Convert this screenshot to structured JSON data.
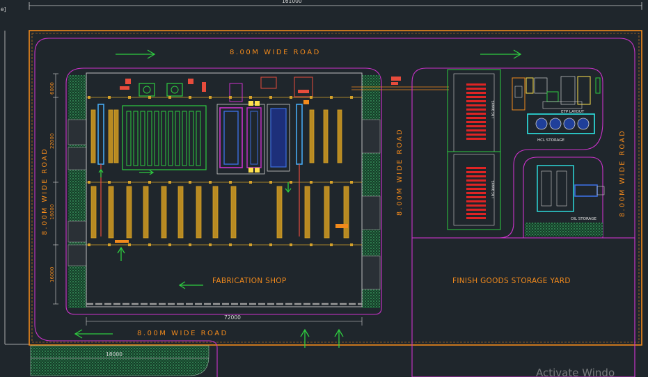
{
  "drawing": {
    "overall_dim": "161000",
    "corner_mark": "e]",
    "roads": {
      "top": "8.00M WIDE ROAD",
      "bottom": "8.00M WIDE ROAD",
      "left": "8.00M WIDE ROAD",
      "middle": "8.00M WIDE ROAD",
      "right": "8.00M WIDE ROAD"
    },
    "zones": {
      "fabrication": "FABRICATION SHOP",
      "finish_goods": "FINISH GOODS STORAGE YARD",
      "etp": "ETP LAYOUT",
      "hcl": "HCL STORAGE",
      "oil": "OIL STORAGE",
      "lpg_1": "LPG BANKS",
      "lpg_2": "LPG BANKS"
    },
    "dims": {
      "fab_width": "72000",
      "left_a": "6000",
      "left_b": "22000",
      "left_c": "16000",
      "left_d": "16000",
      "bottom_small": "18000"
    },
    "colors": {
      "background": "#1f262c",
      "boundary": "#f28a1c",
      "wall": "#cc33cc",
      "road_text": "#f28a1c",
      "green_strip": "#2e7d4f",
      "column": "#d4a12a",
      "tank": "#2ecc40",
      "arrow": "#2ecc40"
    }
  },
  "watermark": "Activate Windo"
}
